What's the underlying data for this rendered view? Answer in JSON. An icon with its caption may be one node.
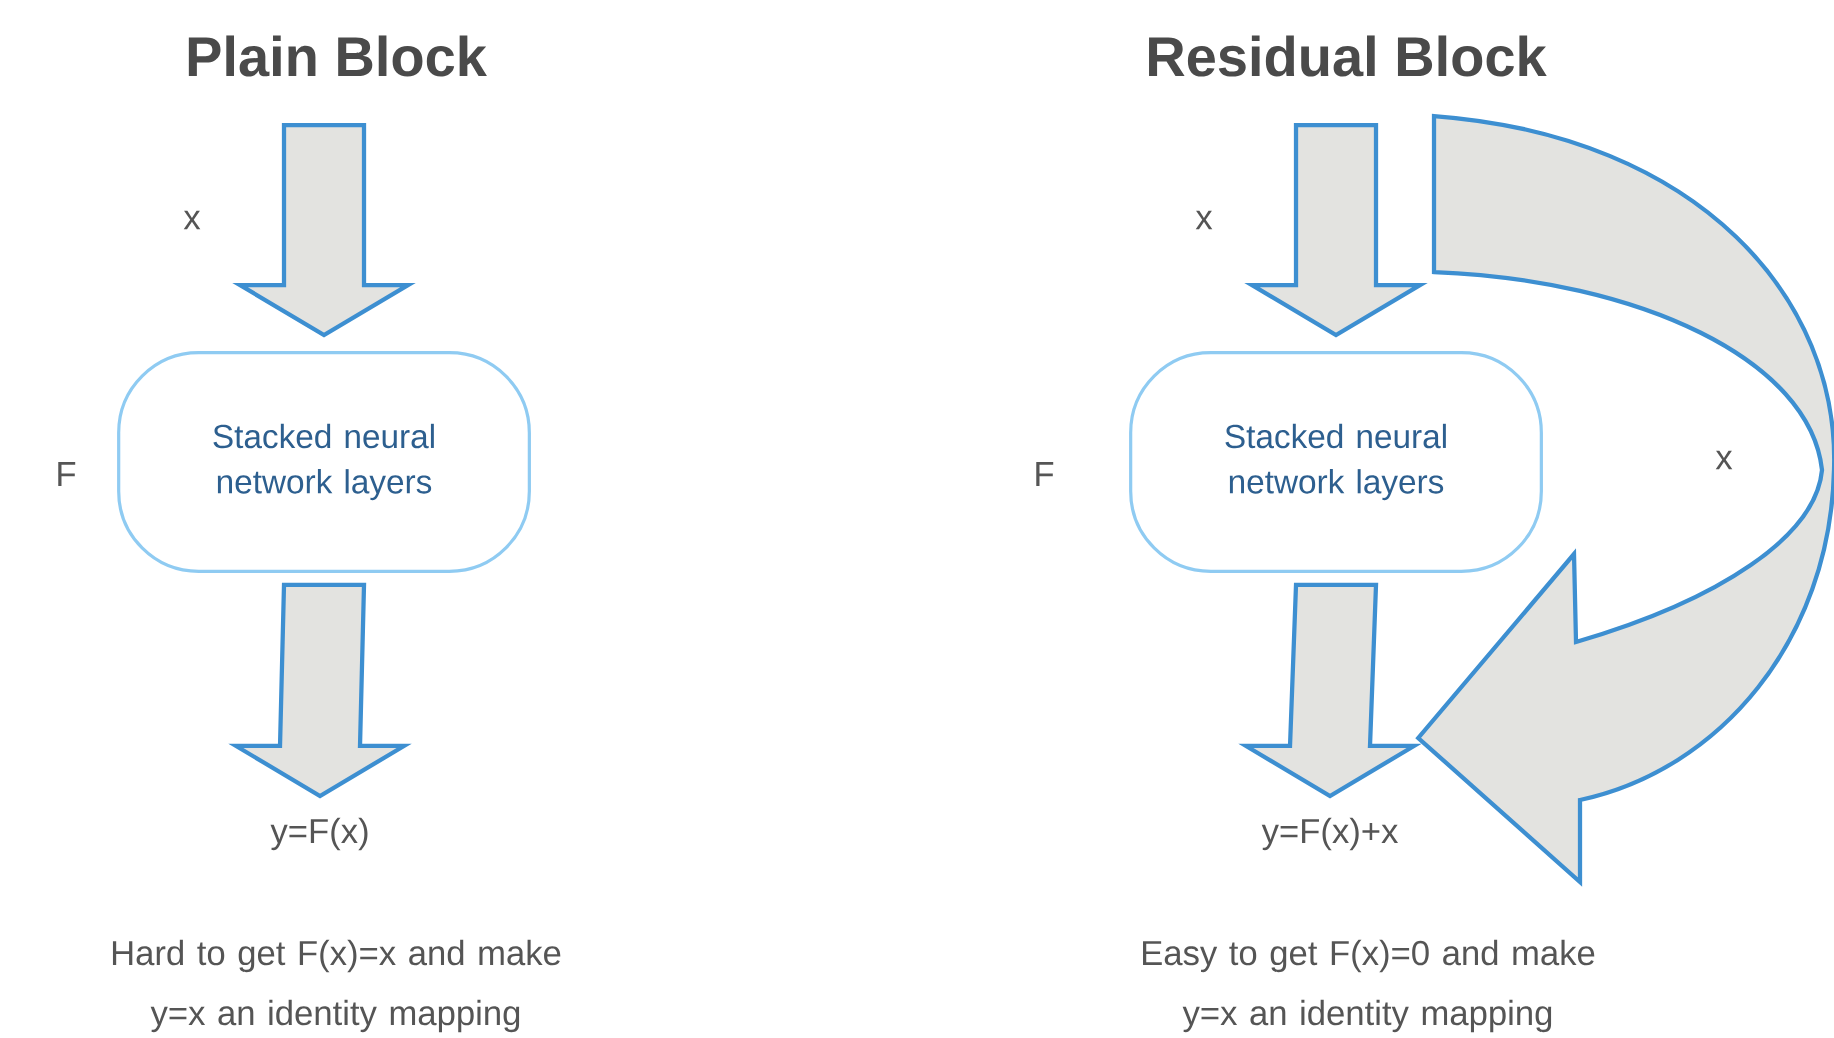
{
  "diagram": {
    "nodes": [
      {
        "text": [
          "Stacked neural network layers"
        ],
        "beside": [
          "F"
        ]
      },
      {
        "text": [
          "y=F(x)"
        ]
      },
      {
        "text": [
          "Stacked neural network layers"
        ],
        "beside": [
          "F"
        ]
      },
      {
        "text": [
          "y=F(x)+x"
        ]
      }
    ],
    "edges": [
      {
        "from": null,
        "to": 0,
        "arrow": "to",
        "label": "x"
      },
      {
        "from": 0,
        "to": 1,
        "arrow": "to"
      },
      {
        "from": null,
        "to": 2,
        "arrow": "to",
        "label": "x"
      },
      {
        "from": 2,
        "to": 3,
        "arrow": "to"
      },
      {
        "from": null,
        "to": 3,
        "arrow": "to",
        "label": "x"
      }
    ],
    "labels": [
      "Plain Block",
      "Residual Block",
      "Hard to get F(x)=x and make y=x an identity mapping",
      "Easy to get F(x)=0 and make y=x an identity mapping"
    ]
  }
}
